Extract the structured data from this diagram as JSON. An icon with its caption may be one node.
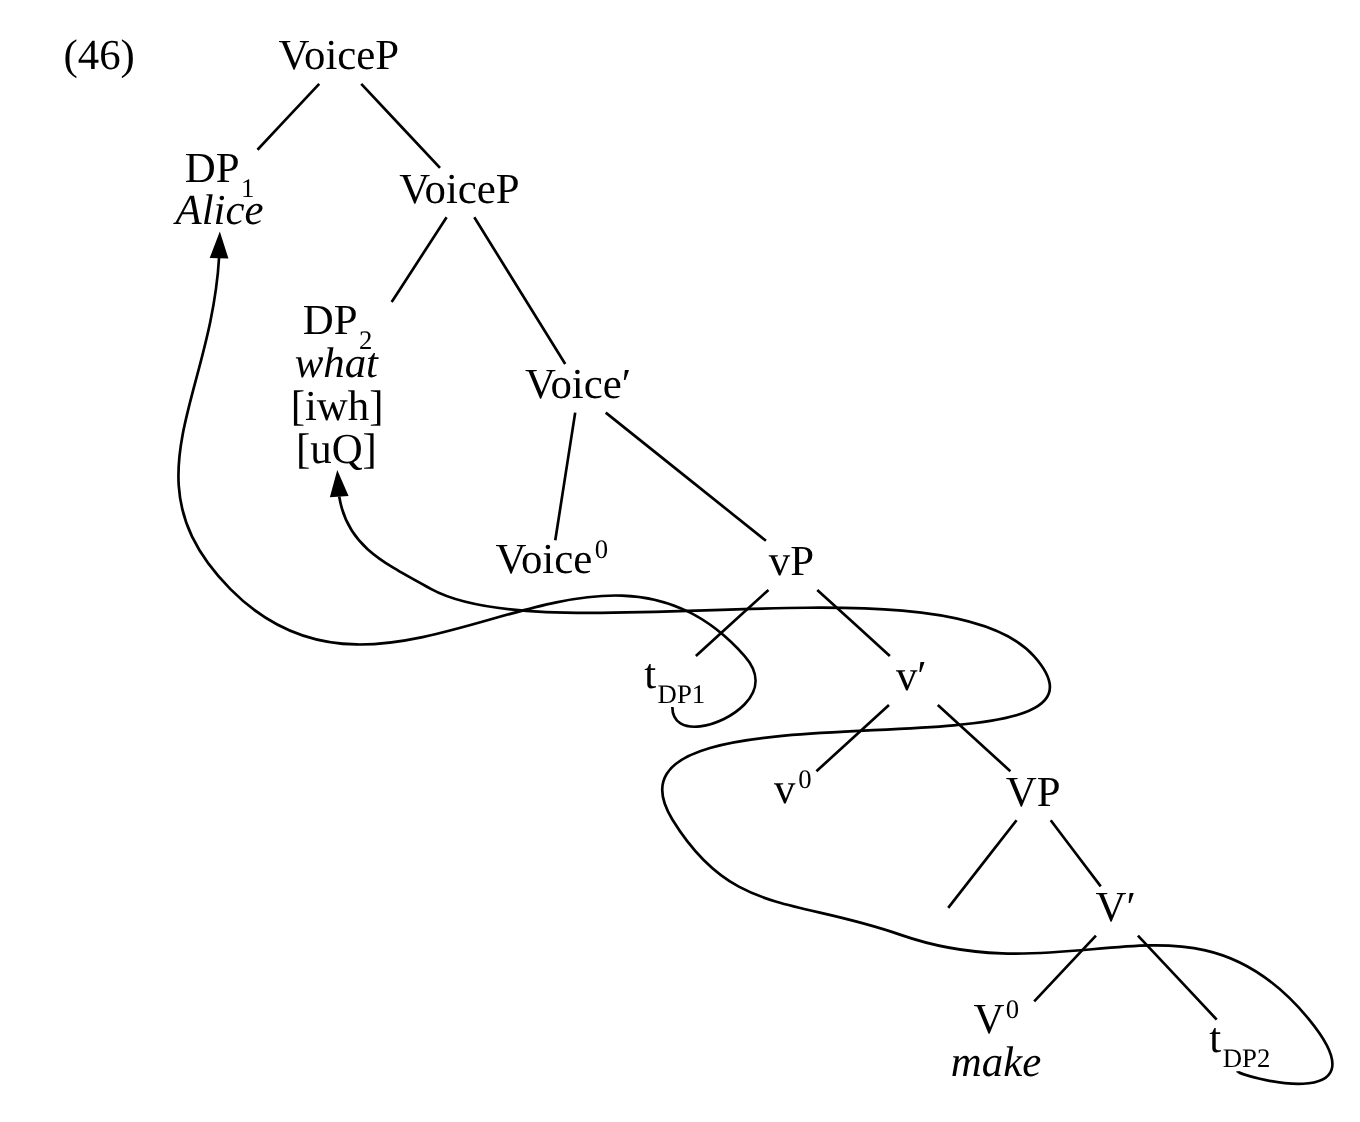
{
  "diagram": {
    "nodes": [
      {
        "text": [
          "VoiceP"
        ]
      },
      {
        "text": [
          "DP$_{1}$",
          "Alice"
        ]
      },
      {
        "text": [
          "VoiceP"
        ]
      },
      {
        "text": [
          "DP$_{2}$",
          "what",
          "[iwh]",
          "[uQ]"
        ]
      },
      {
        "text": [
          "Voice′"
        ]
      },
      {
        "text": [
          "Voice$^{0}$"
        ]
      },
      {
        "text": [
          "vP"
        ]
      },
      {
        "text": [
          "t$_{DP1}$"
        ]
      },
      {
        "text": [
          "v′"
        ]
      },
      {
        "text": [
          "v$^{0}$"
        ]
      },
      {
        "text": [
          "VP"
        ]
      },
      {
        "text": [
          "V′"
        ]
      },
      {
        "text": [
          "V$^{0}$",
          "make"
        ]
      },
      {
        "text": [
          "t$_{DP2}$"
        ]
      }
    ],
    "edges": [
      {
        "from": 0,
        "to": 1,
        "arrow": "none"
      },
      {
        "from": 0,
        "to": 2,
        "arrow": "none"
      },
      {
        "from": 2,
        "to": 3,
        "arrow": "none"
      },
      {
        "from": 2,
        "to": 4,
        "arrow": "none"
      },
      {
        "from": 4,
        "to": 5,
        "arrow": "none"
      },
      {
        "from": 4,
        "to": 6,
        "arrow": "none"
      },
      {
        "from": 6,
        "to": 7,
        "arrow": "none"
      },
      {
        "from": 6,
        "to": 8,
        "arrow": "none"
      },
      {
        "from": 8,
        "to": 9,
        "arrow": "none"
      },
      {
        "from": 8,
        "to": 10,
        "arrow": "none"
      },
      {
        "from": 10,
        "to": null,
        "arrow": "none"
      },
      {
        "from": 10,
        "to": 11,
        "arrow": "none"
      },
      {
        "from": 11,
        "to": 12,
        "arrow": "none"
      },
      {
        "from": 11,
        "to": 13,
        "arrow": "none"
      },
      {
        "from": 7,
        "to": 1,
        "arrow": "to"
      },
      {
        "from": 13,
        "to": 3,
        "arrow": "to"
      }
    ],
    "labels": [
      "(46)"
    ]
  }
}
